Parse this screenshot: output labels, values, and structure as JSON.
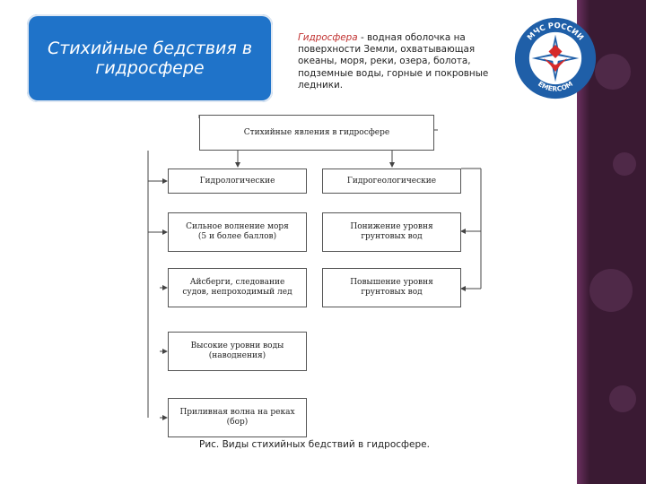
{
  "title": "Стихийные бедствия в\nгидросфере",
  "definition": {
    "term": "Гидросфера",
    "text": " - водная оболочка на поверхности Земли, охватывающая океаны, моря, реки, озера, болота, подземные воды, горные и покровные ледники."
  },
  "emblem": {
    "top_text": "МЧС РОССИИ",
    "bottom_text": "EMERCOM",
    "colors": {
      "ring": "#1f5fa8",
      "fill": "#ffffff",
      "red": "#d62a2a",
      "blue": "#1f5fa8"
    }
  },
  "diagram": {
    "root": "Стихийные явления в гидросфере",
    "left_header": "Гидрологические",
    "right_header": "Гидрогеологические",
    "left_items": [
      "Сильное волнение моря\n(5 и более баллов)",
      "Айсберги, следование\nсудов, непроходимый лед",
      "Высокие уровни воды\n(наводнения)",
      "Приливная волна на реках\n(бор)"
    ],
    "right_items": [
      "Понижение уровня\nгрунтовых вод",
      "Повышение уровня\nгрунтовых вод"
    ]
  },
  "caption": "Рис. Виды стихийных бедствий в гидросфере."
}
